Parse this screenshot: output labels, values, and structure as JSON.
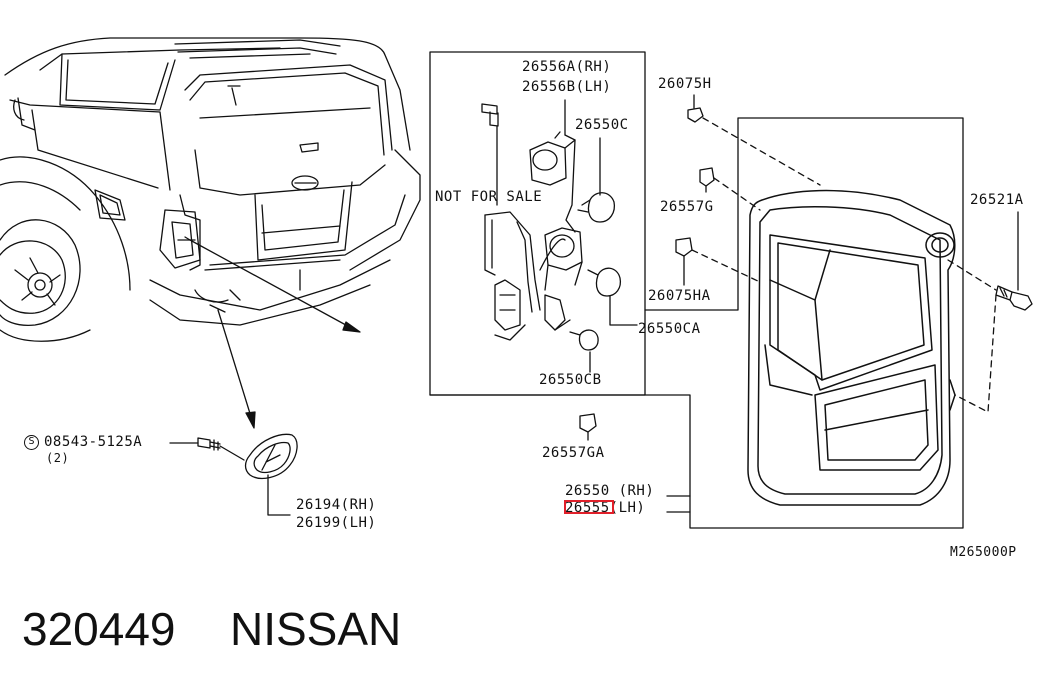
{
  "diagram": {
    "labels": {
      "socket_rh": "26556A(RH)",
      "socket_lh": "26556B(LH)",
      "bulb_c": "26550C",
      "not_for_sale": "NOT FOR SALE",
      "bulb_ca": "26550CA",
      "bulb_cb": "26550CB",
      "clip_h": "26075H",
      "clip_g": "26557G",
      "clip_ha": "26075HA",
      "clip_ga": "26557GA",
      "bolt": "26521A",
      "lamp_rh": "26550 (RH)",
      "lamp_lh": "26555(LH)",
      "screw": "08543-5125A",
      "screw_qty": "(2)",
      "screw_symbol": "S",
      "lens_rh": "26194(RH)",
      "lens_lh": "26199(LH)",
      "figure_code": "M265000P"
    },
    "footer": {
      "part_number": "320449",
      "brand": "NISSAN"
    },
    "highlight_color": "#e0202a"
  }
}
